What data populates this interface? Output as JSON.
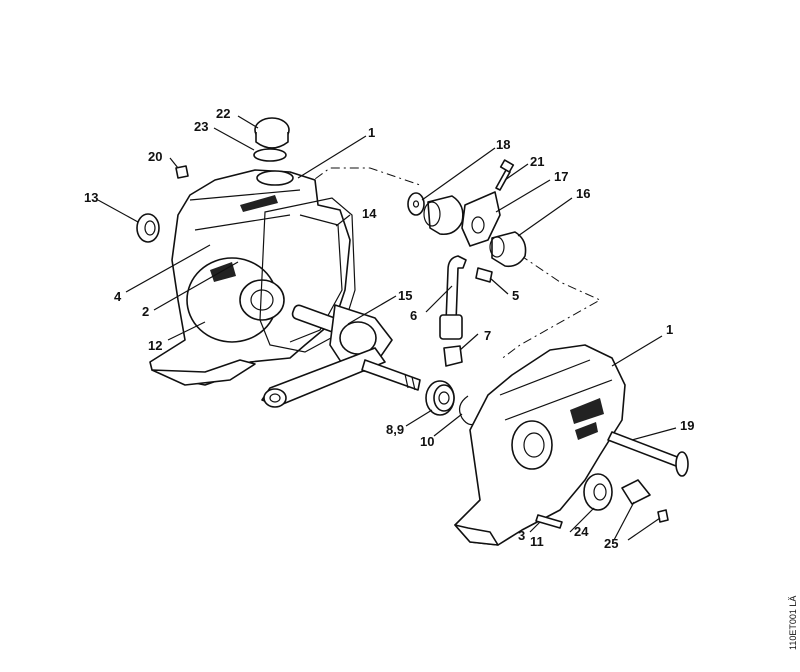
{
  "callouts": [
    {
      "id": "c1a",
      "text": "1"
    },
    {
      "id": "c1b",
      "text": "1"
    },
    {
      "id": "c2",
      "text": "2"
    },
    {
      "id": "c3",
      "text": "3"
    },
    {
      "id": "c4",
      "text": "4"
    },
    {
      "id": "c5",
      "text": "5"
    },
    {
      "id": "c6",
      "text": "6"
    },
    {
      "id": "c7",
      "text": "7"
    },
    {
      "id": "c89",
      "text": "8,9"
    },
    {
      "id": "c10",
      "text": "10"
    },
    {
      "id": "c11",
      "text": "11"
    },
    {
      "id": "c12",
      "text": "12"
    },
    {
      "id": "c13",
      "text": "13"
    },
    {
      "id": "c14",
      "text": "14"
    },
    {
      "id": "c15",
      "text": "15"
    },
    {
      "id": "c16",
      "text": "16"
    },
    {
      "id": "c17",
      "text": "17"
    },
    {
      "id": "c18",
      "text": "18"
    },
    {
      "id": "c19",
      "text": "19"
    },
    {
      "id": "c20",
      "text": "20"
    },
    {
      "id": "c21",
      "text": "21"
    },
    {
      "id": "c22",
      "text": "22"
    },
    {
      "id": "c23",
      "text": "23"
    },
    {
      "id": "c24",
      "text": "24"
    },
    {
      "id": "c25",
      "text": "25"
    }
  ],
  "drawing_ref": "110ET001 LÄ"
}
